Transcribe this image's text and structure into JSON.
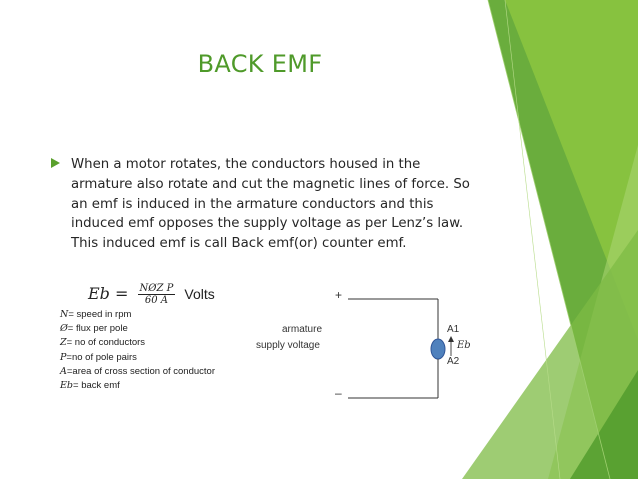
{
  "slide": {
    "title": "BACK EMF",
    "bullets": [
      "When a motor rotates, the conductors housed in the armature also rotate and cut the magnetic lines of force. So an emf is induced in the armature conductors and this induced emf opposes the supply voltage as per Lenz’s law. This induced emf is call Back emf(or) counter emf."
    ]
  },
  "formula": {
    "lhs": "Eb",
    "equals": "=",
    "numerator": "NØZ P",
    "denominator": "60  A",
    "unit": "Volts"
  },
  "legend": [
    {
      "symbol": "N",
      "text": "= speed in rpm"
    },
    {
      "symbol": "Ø",
      "text": "= flux per pole"
    },
    {
      "symbol": "Z",
      "text": "= no of conductors"
    },
    {
      "symbol": "P",
      "text": "=no of pole pairs"
    },
    {
      "symbol": "A",
      "text": "=area of cross section of conductor"
    },
    {
      "symbol": "Eb",
      "text": "= back emf"
    }
  ],
  "circuit": {
    "plus": "+",
    "minus": "–",
    "armature_label": "armature",
    "supply_label": "supply voltage",
    "a1": "A1",
    "a2": "A2",
    "eb": "Eb"
  },
  "theme": {
    "accent": "#5aa02c",
    "title_color": "#4f9a2a",
    "armature_fill": "#4f81bd"
  }
}
